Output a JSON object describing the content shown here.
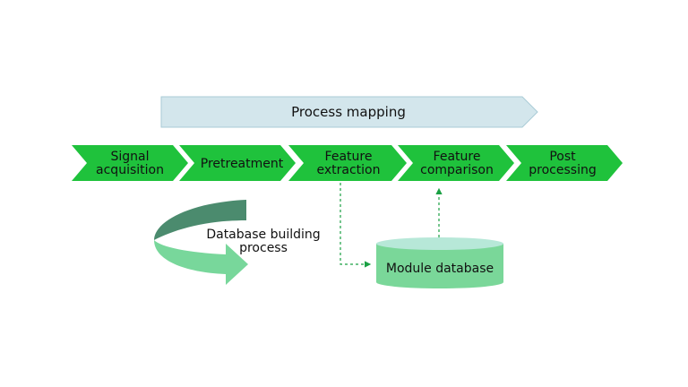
{
  "banner": {
    "label": "Process mapping",
    "fill": "#d3e6ec",
    "stroke": "#a9cbd6"
  },
  "chevron_fill": "#1fc23c",
  "steps": [
    {
      "line1": "Signal",
      "line2": "acquisition"
    },
    {
      "line1": "Pretreatment",
      "line2": ""
    },
    {
      "line1": "Feature",
      "line2": "extraction"
    },
    {
      "line1": "Feature",
      "line2": "comparison"
    },
    {
      "line1": "Post",
      "line2": "processing"
    }
  ],
  "loop": {
    "line1": "Database building",
    "line2": "process",
    "dark": "#4b8b6e",
    "light": "#78d79b"
  },
  "database": {
    "label": "Module database",
    "body": "#7ad799",
    "top": "#b7e8d8"
  },
  "connector_color": "#1aa043"
}
